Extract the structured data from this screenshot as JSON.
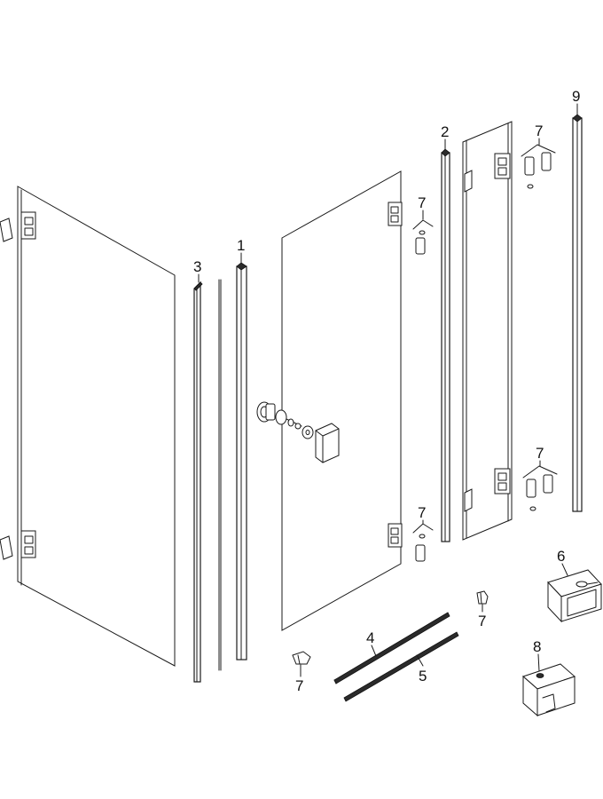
{
  "callouts": {
    "c1": "1",
    "c2": "2",
    "c3": "3",
    "c4": "4",
    "c5": "5",
    "c6": "6",
    "c7": "7",
    "c8": "8",
    "c9": "9"
  },
  "colors": {
    "line": "#1a1a1a",
    "fill": "#ffffff",
    "rubber": "#2b2b2b"
  }
}
